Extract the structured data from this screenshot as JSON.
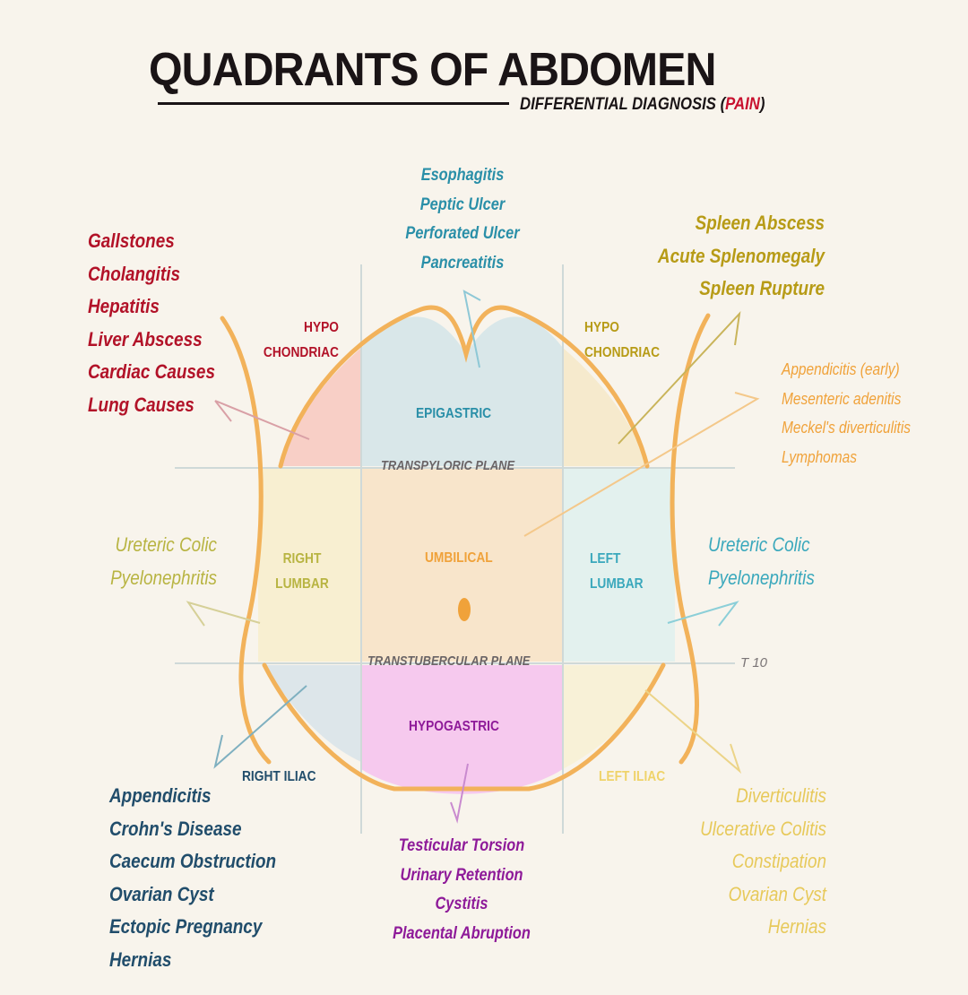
{
  "header": {
    "title": "QUADRANTS OF ABDOMEN",
    "subtitle_prefix": "DIFFERENTIAL DIAGNOSIS (",
    "subtitle_highlight": "PAIN",
    "subtitle_suffix": ")"
  },
  "colors": {
    "red": "#b21228",
    "teal": "#2a8fa8",
    "olive": "#b79b16",
    "orange": "#f0a23a",
    "yellow_green": "#b8b442",
    "cyan": "#3aa8bc",
    "navy": "#214d6b",
    "purple": "#8e1a99",
    "outline": "#f2b25a"
  },
  "planes": {
    "transpyloric": "TRANSPYLORIC PLANE",
    "transtubercular": "TRANSTUBERCULAR PLANE",
    "vertebral_level": "T 10"
  },
  "regions": {
    "right_hypochondriac": [
      "HYPO",
      "CHONDRIAC"
    ],
    "epigastric": "EPIGASTRIC",
    "left_hypochondriac": [
      "HYPO",
      "CHONDRIAC"
    ],
    "right_lumbar": [
      "RIGHT",
      "LUMBAR"
    ],
    "umbilical": "UMBILICAL",
    "left_lumbar": [
      "LEFT",
      "LUMBAR"
    ],
    "right_iliac": "RIGHT ILIAC",
    "hypogastric": "HYPOGASTRIC",
    "left_iliac": "LEFT ILIAC"
  },
  "diagnoses": {
    "right_hypochondriac": [
      "Gallstones",
      "Cholangitis",
      "Hepatitis",
      "Liver Abscess",
      "Cardiac Causes",
      "Lung Causes"
    ],
    "epigastric": [
      "Esophagitis",
      "Peptic Ulcer",
      "Perforated Ulcer",
      "Pancreatitis"
    ],
    "left_hypochondriac": [
      "Spleen Abscess",
      "Acute Splenomegaly",
      "Spleen Rupture"
    ],
    "umbilical": [
      "Appendicitis (early)",
      "Mesenteric adenitis",
      "Meckel's diverticulitis",
      "Lymphomas"
    ],
    "right_lumbar": [
      "Ureteric Colic",
      "Pyelonephritis"
    ],
    "left_lumbar": [
      "Ureteric Colic",
      "Pyelonephritis"
    ],
    "right_iliac": [
      "Appendicitis",
      "Crohn's Disease",
      "Caecum Obstruction",
      "Ovarian Cyst",
      "Ectopic Pregnancy",
      "Hernias"
    ],
    "hypogastric": [
      "Testicular Torsion",
      "Urinary Retention",
      "Cystitis",
      "Placental Abruption"
    ],
    "left_iliac": [
      "Diverticulitis",
      "Ulcerative Colitis",
      "Constipation",
      "Ovarian Cyst",
      "Hernias"
    ]
  }
}
